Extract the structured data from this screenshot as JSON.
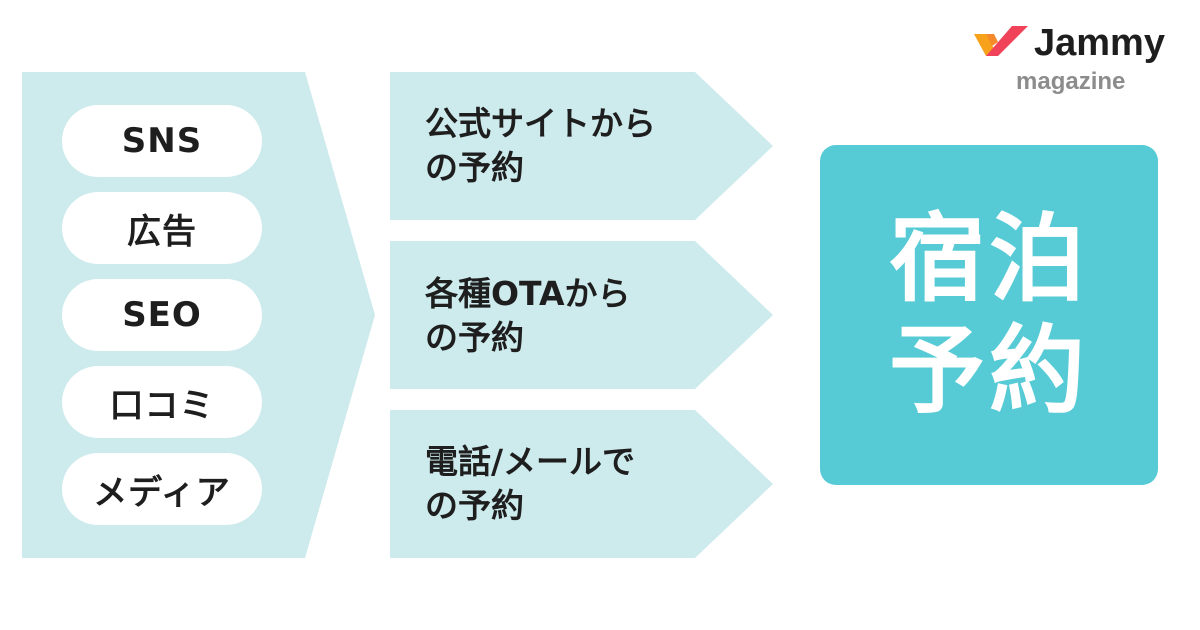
{
  "logo": {
    "brand": "Jammy",
    "sub": "magazine",
    "colors": {
      "red": "#f0435a",
      "orange": "#f7a21a"
    }
  },
  "sources": [
    "SNS",
    "広告",
    "SEO",
    "口コミ",
    "メディア"
  ],
  "channels": [
    "公式サイトから\nの予約",
    "各種OTAから\nの予約",
    "電話/メールで\nの予約"
  ],
  "result": "宿泊\n予約",
  "colors": {
    "panel": "#cdeaec",
    "result": "#56cbd6",
    "text": "#1e1e1e",
    "pill": "#ffffff"
  }
}
